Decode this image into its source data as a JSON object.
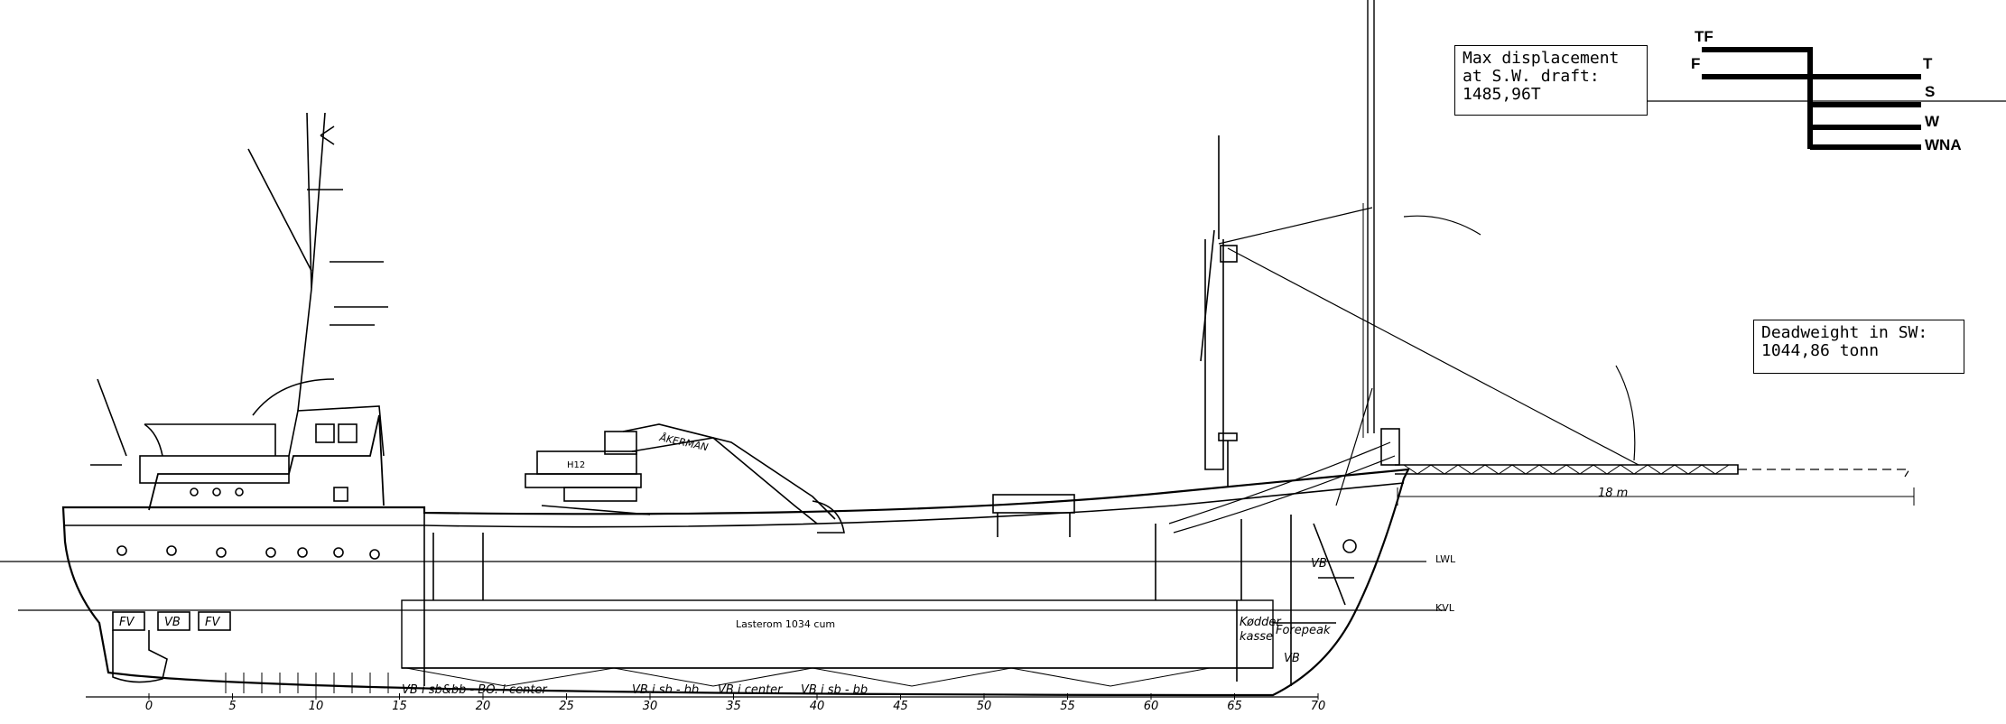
{
  "displacement_box": {
    "line1": "Max displacement",
    "line2": "at S.W. draft:",
    "line3": "1485,96T"
  },
  "deadweight_box": {
    "line1": "Deadweight in SW:",
    "line2": "1044,86 tonn"
  },
  "load_lines": {
    "tf": "TF",
    "f": "F",
    "t": "T",
    "s": "S",
    "w": "W",
    "wna": "WNA"
  },
  "waterlines": {
    "lwl": "LWL",
    "kvl": "KVL"
  },
  "cargo_hold": "Lasterom 1034 cum",
  "crane_reach": "18 m",
  "excavator": {
    "brand": "ÅKERMAN",
    "model": "H12"
  },
  "tank_labels": {
    "fv1": "FV",
    "vb1": "VB",
    "fv2": "FV",
    "vb_fwd": "VB",
    "vb_peak": "VB",
    "koeler": "Kødder",
    "kasse": "kasse",
    "forepeak": "Forepeak",
    "db1": "VB i sb&bb - BO. i center",
    "db2": "VB i sb - bb",
    "db3": "VB i center",
    "db4": "VB i sb - bb"
  },
  "frames": [
    "0",
    "5",
    "10",
    "15",
    "20",
    "25",
    "30",
    "35",
    "40",
    "45",
    "50",
    "55",
    "60",
    "65",
    "70"
  ]
}
